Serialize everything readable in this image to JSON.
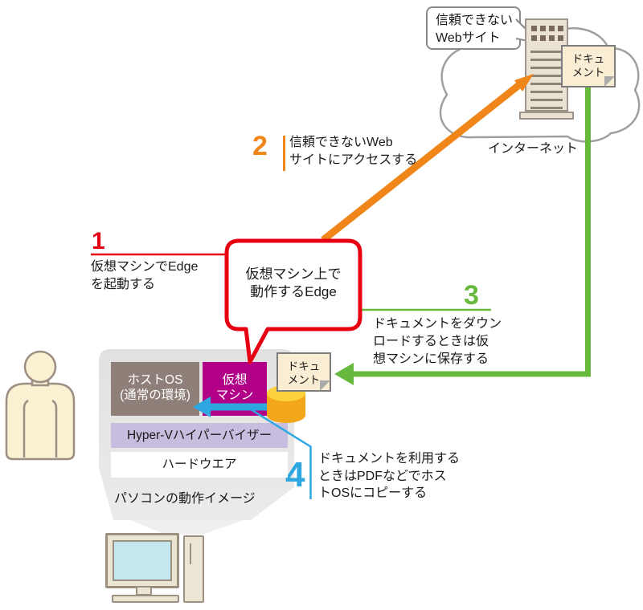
{
  "colors": {
    "step1_red": "#E60012",
    "step2_orange": "#F08519",
    "step3_green": "#67B93E",
    "step4_blue": "#2EA7E0",
    "vm_magenta": "#B10087",
    "host_os_brown": "#8E7F78",
    "hypervisor_purple": "#C7BDDE",
    "document_cream": "#F9EED3",
    "database_gold": "#F2A71B"
  },
  "internet": {
    "label": "インターネット",
    "website_bubble": {
      "line1": "信頼できない",
      "line2": "Webサイト"
    },
    "document": {
      "line1": "ドキュ",
      "line2": "メント"
    }
  },
  "steps": [
    {
      "number": "1",
      "lines": [
        "仮想マシンでEdge",
        "を起動する"
      ]
    },
    {
      "number": "2",
      "lines": [
        "信頼できないWeb",
        "サイトにアクセスする"
      ]
    },
    {
      "number": "3",
      "lines": [
        "ドキュメントをダウン",
        "ロードするときは仮",
        "想マシンに保存する"
      ]
    },
    {
      "number": "4",
      "lines": [
        "ドキュメントを利用する",
        "ときはPDFなどでホス",
        "トOSにコピーする"
      ]
    }
  ],
  "edge_bubble": {
    "line1": "仮想マシン上で",
    "line2": "動作するEdge"
  },
  "pc": {
    "host_os": {
      "line1": "ホストOS",
      "line2": "(通常の環境)"
    },
    "vm": {
      "line1": "仮想",
      "line2": "マシン"
    },
    "hypervisor": "Hyper-Vハイパーバイザー",
    "hardware": "ハードウエア",
    "caption": "パソコンの動作イメージ",
    "document": {
      "line1": "ドキュ",
      "line2": "メント"
    }
  }
}
